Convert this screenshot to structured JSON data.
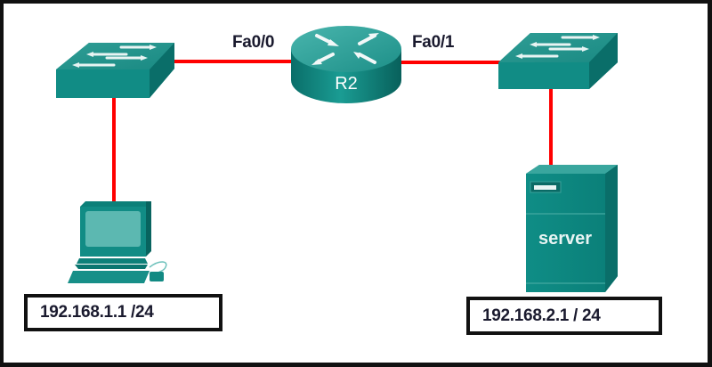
{
  "diagram": {
    "title": "",
    "devices": [
      {
        "id": "switch-left",
        "type": "switch",
        "label": ""
      },
      {
        "id": "router",
        "type": "router",
        "label": "R2"
      },
      {
        "id": "switch-right",
        "type": "switch",
        "label": ""
      },
      {
        "id": "pc",
        "type": "pc",
        "label": ""
      },
      {
        "id": "server",
        "type": "server",
        "label": "server"
      }
    ],
    "interfaces": {
      "left": "Fa0/0",
      "right": "Fa0/1"
    },
    "links": [
      {
        "from": "switch-left",
        "to": "router",
        "interface": "Fa0/0"
      },
      {
        "from": "router",
        "to": "switch-right",
        "interface": "Fa0/1"
      },
      {
        "from": "switch-left",
        "to": "pc"
      },
      {
        "from": "switch-right",
        "to": "server"
      }
    ],
    "addresses": {
      "pc": "192.168.1.1 /24",
      "server": "192.168.2.1 / 24"
    },
    "colors": {
      "link": "#ff0000",
      "device_teal": "#0e8a83",
      "device_top": "#3aa9a1",
      "device_dark": "#06625d"
    }
  }
}
